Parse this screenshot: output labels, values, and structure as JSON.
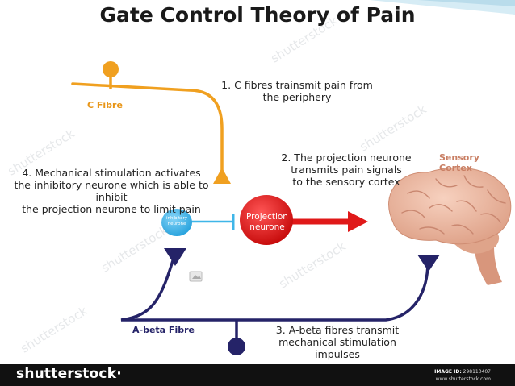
{
  "title": "Gate Control Theory of Pain",
  "labels": {
    "c_fibre": "C Fibre",
    "abeta_fibre": "A-beta Fibre",
    "sensory_cortex": "Sensory Cortex",
    "inhibitory_line1": "inhibitory",
    "inhibitory_line2": "neurone",
    "projection_line1": "Projection",
    "projection_line2": "neurone"
  },
  "captions": {
    "step1_line1": "1. C fibres trainsmit pain from",
    "step1_line2": "the periphery",
    "step2_line1": "2. The projection neurone",
    "step2_line2": "transmits pain signals",
    "step2_line3": "to the sensory cortex",
    "step3_line1": "3. A-beta fibres transmit",
    "step3_line2": "mechanical stimulation",
    "step3_line3": "impulses",
    "step4_line1": "4. Mechanical stimulation activates",
    "step4_line2": "the inhibitory neurone which is able to inhibit",
    "step4_line3": "the projection neurone to limit pain"
  },
  "watermark": "shutterstock",
  "footer": {
    "brand": "shutterstock·",
    "image_id_label": "IMAGE ID:",
    "image_id": "298110407",
    "site": "www.shutterstock.com"
  },
  "colors": {
    "c_fibre": "#f0a020",
    "abeta_fibre": "#252368",
    "projection": "#e01919",
    "inhibitory": "#3fb6e8",
    "brain": "#e9b49c"
  },
  "icons": [
    "brain-icon",
    "placeholder-image-icon"
  ]
}
